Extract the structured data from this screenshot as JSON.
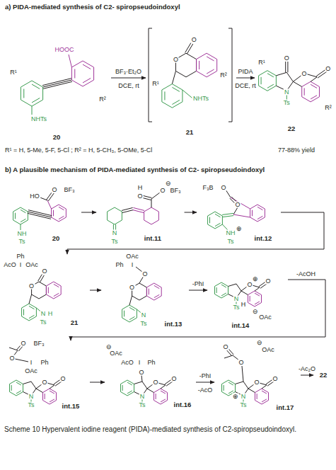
{
  "diagram": {
    "caption": "Scheme 10 Hypervalent iodine reagent (PIDA)-mediated synthesis of C2-spiropseudoindoxyl.",
    "nodes": [
      {
        "text": [
          "HOOC",
          "R¹",
          "R²",
          "NHTs",
          "20"
        ]
      },
      {
        "text": [
          "O",
          "O",
          "R¹",
          "R²",
          "NHTs",
          "21"
        ]
      },
      {
        "text": [
          "O",
          "O",
          "O",
          "R¹",
          "R²",
          "N",
          "Ts",
          "22"
        ]
      },
      {
        "text": [
          "O",
          "BF₃",
          "HO",
          "NH",
          "Ts",
          "20"
        ]
      },
      {
        "text": [
          "⊖",
          "O",
          "BF₃",
          "H",
          "O",
          "N",
          "Ts",
          "int.11"
        ]
      },
      {
        "text": [
          "F₃B",
          "O",
          "O",
          "NH",
          "⊕",
          "Ts",
          "int.12"
        ]
      },
      {
        "text": [
          "Ph",
          "AcO",
          "I",
          "OAc",
          "O",
          "O",
          "N",
          "H",
          "Ts",
          "21"
        ]
      },
      {
        "text": [
          "OAc",
          "Ph",
          "I",
          "O",
          "O",
          "N",
          "Ts",
          "int.13"
        ]
      },
      {
        "text": [
          "⊕",
          "O",
          "O",
          "N",
          "Ts",
          "H",
          "⊖",
          "OAc",
          "int.14"
        ]
      },
      {
        "text": [
          "O",
          "BF₃",
          "O",
          "I",
          "Ph",
          "OAc",
          "O",
          "O",
          "N",
          "Ts",
          "int.15"
        ]
      },
      {
        "text": [
          "⊖",
          "OAc",
          "AcO",
          "I",
          "Ph",
          "O",
          "O",
          "O",
          "N",
          "Ts",
          "int.16"
        ]
      },
      {
        "text": [
          "O",
          "⊖",
          "OAc",
          "O",
          "O",
          "O",
          "N",
          "⊕",
          "Ts",
          "int.17"
        ]
      },
      {
        "text": [
          "22"
        ]
      }
    ],
    "edges": [
      {
        "from": 0,
        "to": 1,
        "arrow": "to",
        "label": "BF₃·Et₂O"
      },
      {
        "from": 1,
        "to": 2,
        "arrow": "to",
        "label": "PIDA"
      },
      {
        "from": 3,
        "to": 4,
        "arrow": "to"
      },
      {
        "from": 4,
        "to": 5,
        "arrow": "to"
      },
      {
        "from": 5,
        "to": 6,
        "arrow": "to"
      },
      {
        "from": 6,
        "to": 7,
        "arrow": "to"
      },
      {
        "from": 7,
        "to": 8,
        "arrow": "to",
        "label": "-PhI"
      },
      {
        "from": 8,
        "to": 9,
        "arrow": "to",
        "label": "-AcOH"
      },
      {
        "from": 9,
        "to": 10,
        "arrow": "to"
      },
      {
        "from": 10,
        "to": 11,
        "arrow": "to",
        "label": "-PhI"
      },
      {
        "from": 11,
        "to": 12,
        "arrow": "to",
        "label": "-Ac₂O"
      }
    ],
    "labels": [
      "a) PIDA-mediated synthesis of C2- spiropseudoindoxyl",
      "DCE, rt",
      "DCE, rt",
      "R¹ = H, 5-Me, 5-F, 5-Cl ; R² = H, 5-CH₃, 5-OMe, 5-Cl",
      "77-88% yield",
      "b) A plausible mechanism of PIDA-mediated synthesis of C2- spiropseudoindoxyl",
      "-AcO"
    ]
  }
}
